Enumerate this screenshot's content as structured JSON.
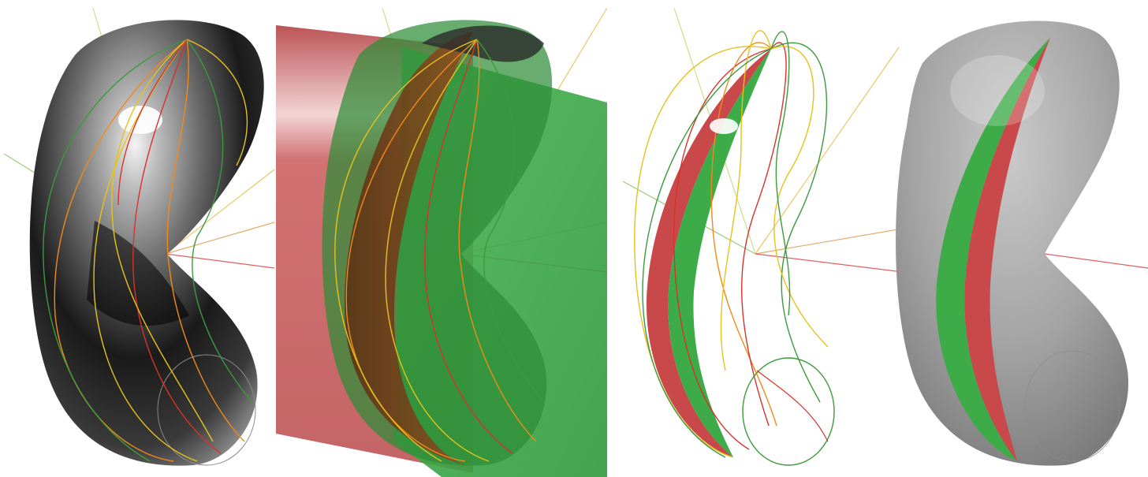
{
  "figure": {
    "panels": [
      {
        "role": "shaded surface with isoparametric curves"
      },
      {
        "role": "surface intersected by red and green cutting planes"
      },
      {
        "role": "wireframe curves with red and green strip"
      },
      {
        "role": "final shaded surface with red and green strip"
      }
    ],
    "colors": {
      "background": "#ffffff",
      "surface_dark": "#0a0a0a",
      "surface_light": "#9a9a9a",
      "curve_red": "#d8322a",
      "curve_orange": "#f08a1a",
      "curve_yellow": "#e6c21a",
      "curve_green": "#3c9a3c",
      "plane_red": "#c9585a",
      "plane_green": "#3cab48",
      "axis_lightgreen": "#b9d98a",
      "axis_red": "#e06060"
    }
  }
}
